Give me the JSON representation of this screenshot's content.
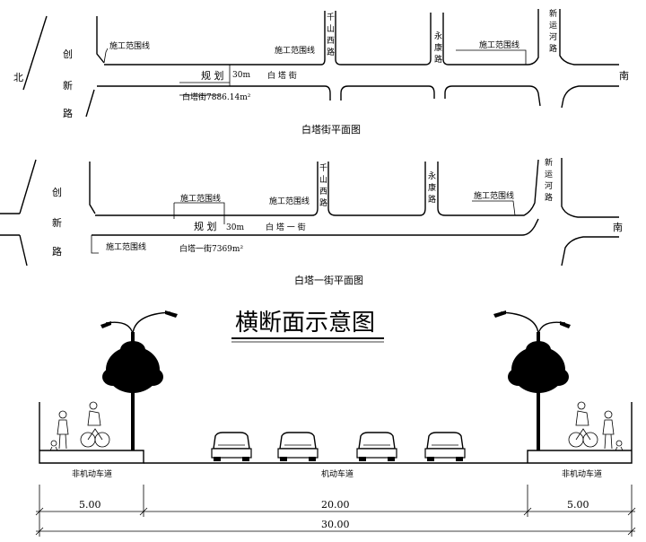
{
  "plan1": {
    "north": "北",
    "south": "南",
    "road_left": [
      "创",
      "新",
      "路"
    ],
    "road_qianshan": [
      "千",
      "山",
      "西",
      "路"
    ],
    "road_yongkang": [
      "永",
      "康",
      "路"
    ],
    "road_xinyun": [
      "新",
      "运",
      "河",
      "路"
    ],
    "boundary_a": "施工范围线",
    "boundary_b": "施工范围线",
    "boundary_c": "施工范围线",
    "plan_label": "规 划",
    "width": "30m",
    "street_name": "白 塔 街",
    "area_note": "白塔街7886.14m²",
    "title": "白塔街平面图"
  },
  "plan2": {
    "south": "南",
    "road_left": [
      "创",
      "新",
      "路"
    ],
    "road_qianshan": [
      "千",
      "山",
      "西",
      "路"
    ],
    "road_yongkang": [
      "永",
      "康",
      "路"
    ],
    "road_xinyun": [
      "新",
      "运",
      "河",
      "路"
    ],
    "boundary_a": "施工范围线",
    "boundary_b": "施工范围线",
    "boundary_c": "施工范围线",
    "boundary_d": "施工范围线",
    "plan_label": "规 划",
    "width": "30m",
    "street_name": "白 塔 一 街",
    "area_note": "白塔一街7369m²",
    "title": "白塔一街平面图"
  },
  "section": {
    "title": "横断面示意图",
    "label_left": "非机动车道",
    "label_center": "机动车道",
    "label_right": "非机动车道",
    "dim_left": "5.00",
    "dim_center": "20.00",
    "dim_right": "5.00",
    "dim_total": "30.00"
  }
}
